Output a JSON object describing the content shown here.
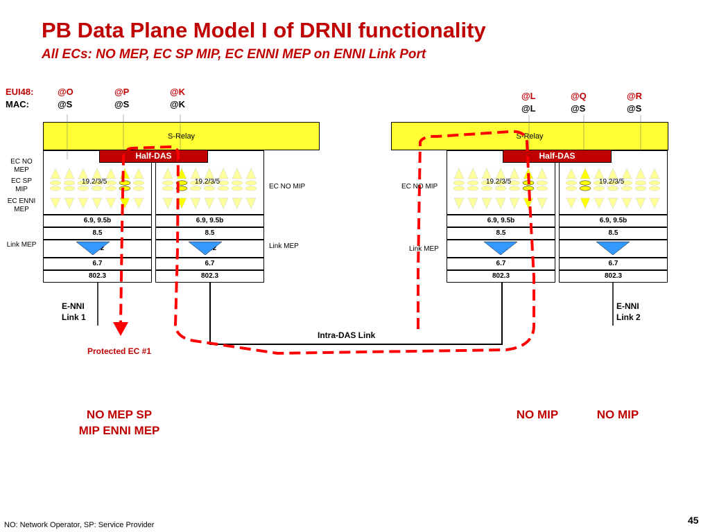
{
  "title": "PB Data Plane Model I of DRNI functionality",
  "subtitle": "All ECs: NO MEP, EC SP MIP, EC ENNI MEP on ENNI Link Port",
  "left_addr": {
    "label_eui": "EUI48:",
    "label_mac": "MAC:",
    "eui": [
      "@O",
      "@P",
      "@K"
    ],
    "mac": [
      "@S",
      "@S",
      "@K"
    ]
  },
  "right_addr": {
    "eui": [
      "@L",
      "@Q",
      "@R"
    ],
    "mac": [
      "@L",
      "@S",
      "@S"
    ]
  },
  "s_relay": "S-Relay",
  "half_das": "Half-DAS",
  "side_labels": {
    "ec_no_mep": "EC NO MEP",
    "ec_sp_mip": "EC SP MIP",
    "ec_enni_mep": "EC ENNI MEP",
    "link_mep": "Link MEP"
  },
  "ports": [
    {
      "top": "19.2/3/5",
      "l1": "6.9, 9.5b",
      "l2": "8.5",
      "l3": "19.2",
      "l4": "6.7",
      "l5": "802.3"
    },
    {
      "top": "19.2/3/5",
      "l1": "6.9, 9.5b",
      "l2": "8.5",
      "l3": "19.2",
      "l4": "6.7",
      "l5": "802.3"
    },
    {
      "top": "19.2/3/5",
      "l1": "6.9, 9.5b",
      "l2": "8.5",
      "l3": "19.2",
      "l4": "6.7",
      "l5": "802.3"
    },
    {
      "top": "19.2/3/5",
      "l1": "6.9, 9.5b",
      "l2": "8.5",
      "l3": "19.2",
      "l4": "6.7",
      "l5": "802.3"
    }
  ],
  "ec_no_mip_left": "EC NO MIP",
  "ec_no_mip_right": "EC NO MIP",
  "link_mep_mid": "Link MEP",
  "link_mep_right": "Link MEP",
  "enni1": "E-NNI Link 1",
  "enni2": "E-NNI Link 2",
  "intra_das": "Intra-DAS Link",
  "protected_ec": "Protected EC #1",
  "left_summary": "NO MEP SP MIP ENNI MEP",
  "right_summary1": "NO MIP",
  "right_summary2": "NO MIP",
  "footer": "NO: Network Operator, SP: Service Provider",
  "page_number": "45",
  "colors": {
    "accent": "#c00000",
    "relay": "#ffff33",
    "mep": "#3399ff",
    "triangle": "#ffff99",
    "active_triangle": "#ffff00"
  }
}
